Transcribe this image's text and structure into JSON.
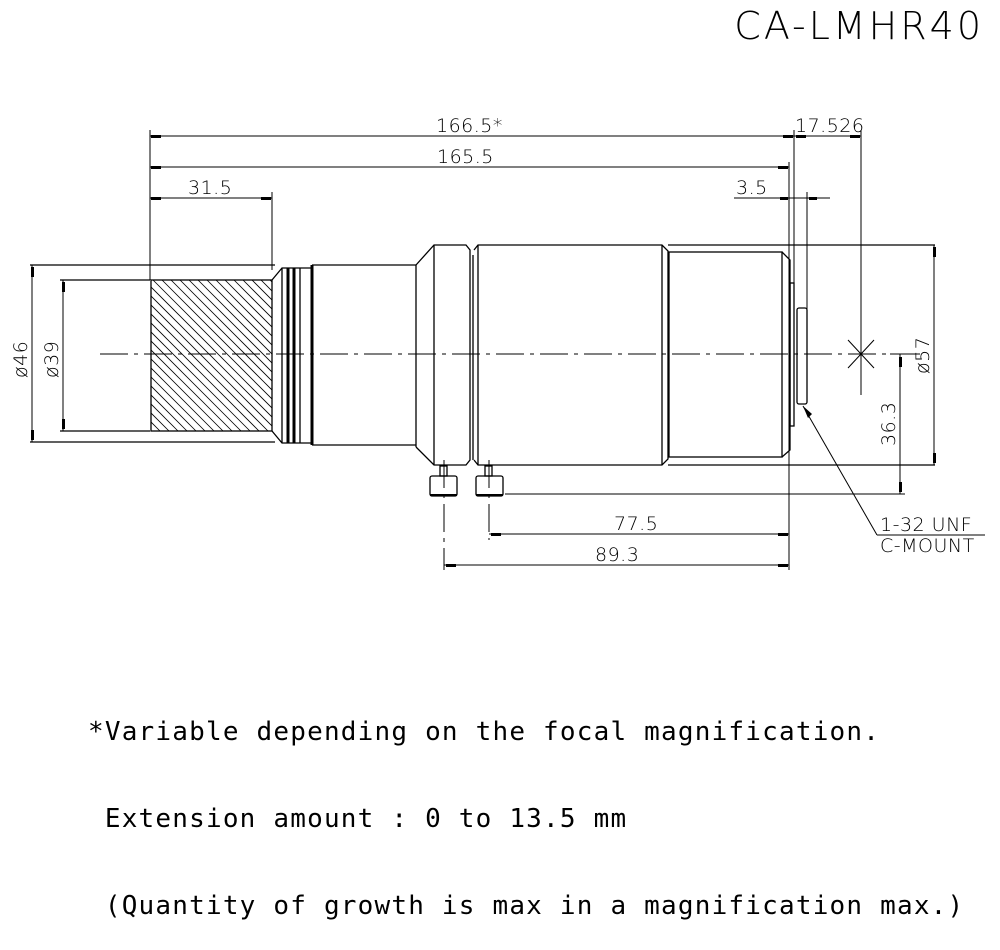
{
  "title": "CA-LMHR40",
  "dimensions": {
    "overall_length_variable": "166.5*",
    "overall_length": "165.5",
    "hatched_section_length": "31.5",
    "flange_to_sensor": "17.526",
    "mount_thread_length": "3.5",
    "front_diameter_outer": "ø46",
    "front_diameter_inner": "ø39",
    "body_diameter": "ø57",
    "axis_height": "36.3",
    "screw1_to_mount": "77.5",
    "screw2_to_mount": "89.3"
  },
  "callout": {
    "thread": "1-32 UNF",
    "mount": "C-MOUNT"
  },
  "notes": [
    "*Variable depending on the focal magnification.",
    " Extension amount : 0 to 13.5 mm",
    " (Quantity of growth is max in a magnification max.)"
  ]
}
